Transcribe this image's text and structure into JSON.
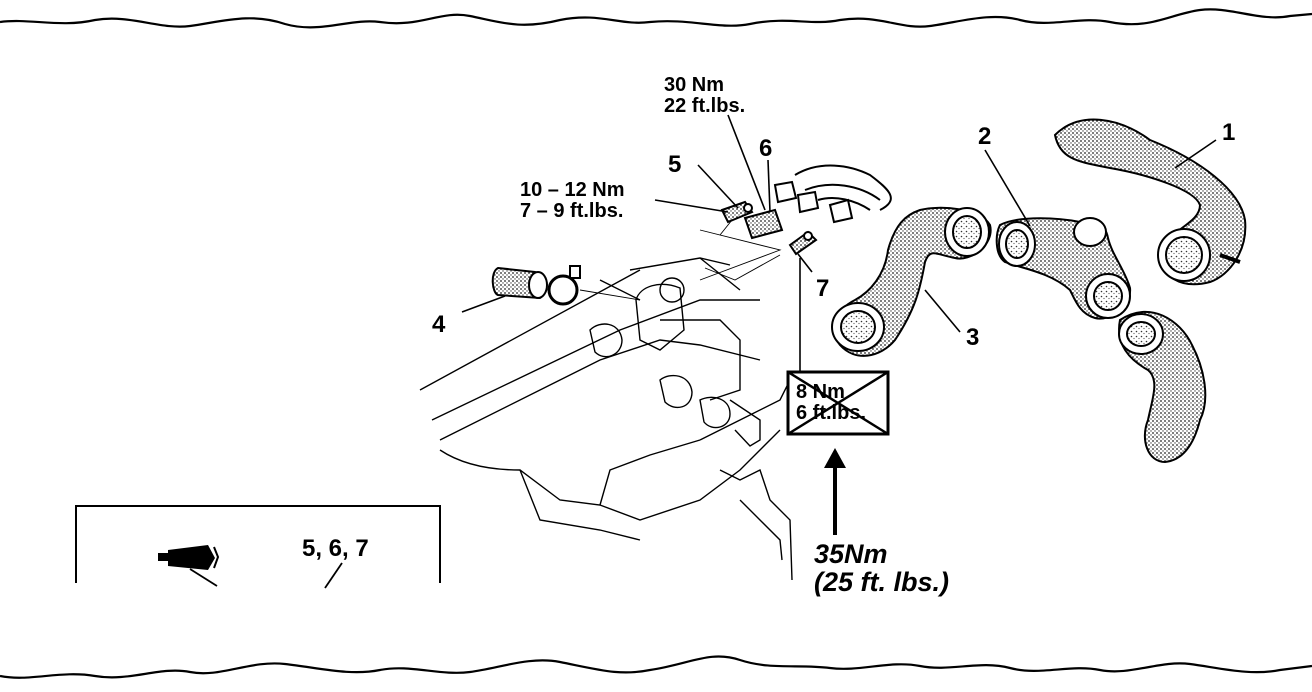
{
  "torque_specs": {
    "part6": [
      "30 Nm",
      "22 ft.lbs."
    ],
    "part5": [
      "10 – 12 Nm",
      "7 – 9 ft.lbs."
    ],
    "part7_crossed": [
      "8 Nm",
      "6 ft.lbs."
    ],
    "part7_corrected": [
      "35Nm",
      "(25 ft. lbs.)"
    ]
  },
  "callouts": [
    "1",
    "2",
    "3",
    "4",
    "5",
    "6",
    "7"
  ],
  "legend": {
    "icon": "sealant-tube-icon",
    "parts": "5, 6, 7"
  },
  "colors": {
    "ink": "#000000",
    "paper": "#ffffff",
    "shade": "#9a9a9a"
  }
}
